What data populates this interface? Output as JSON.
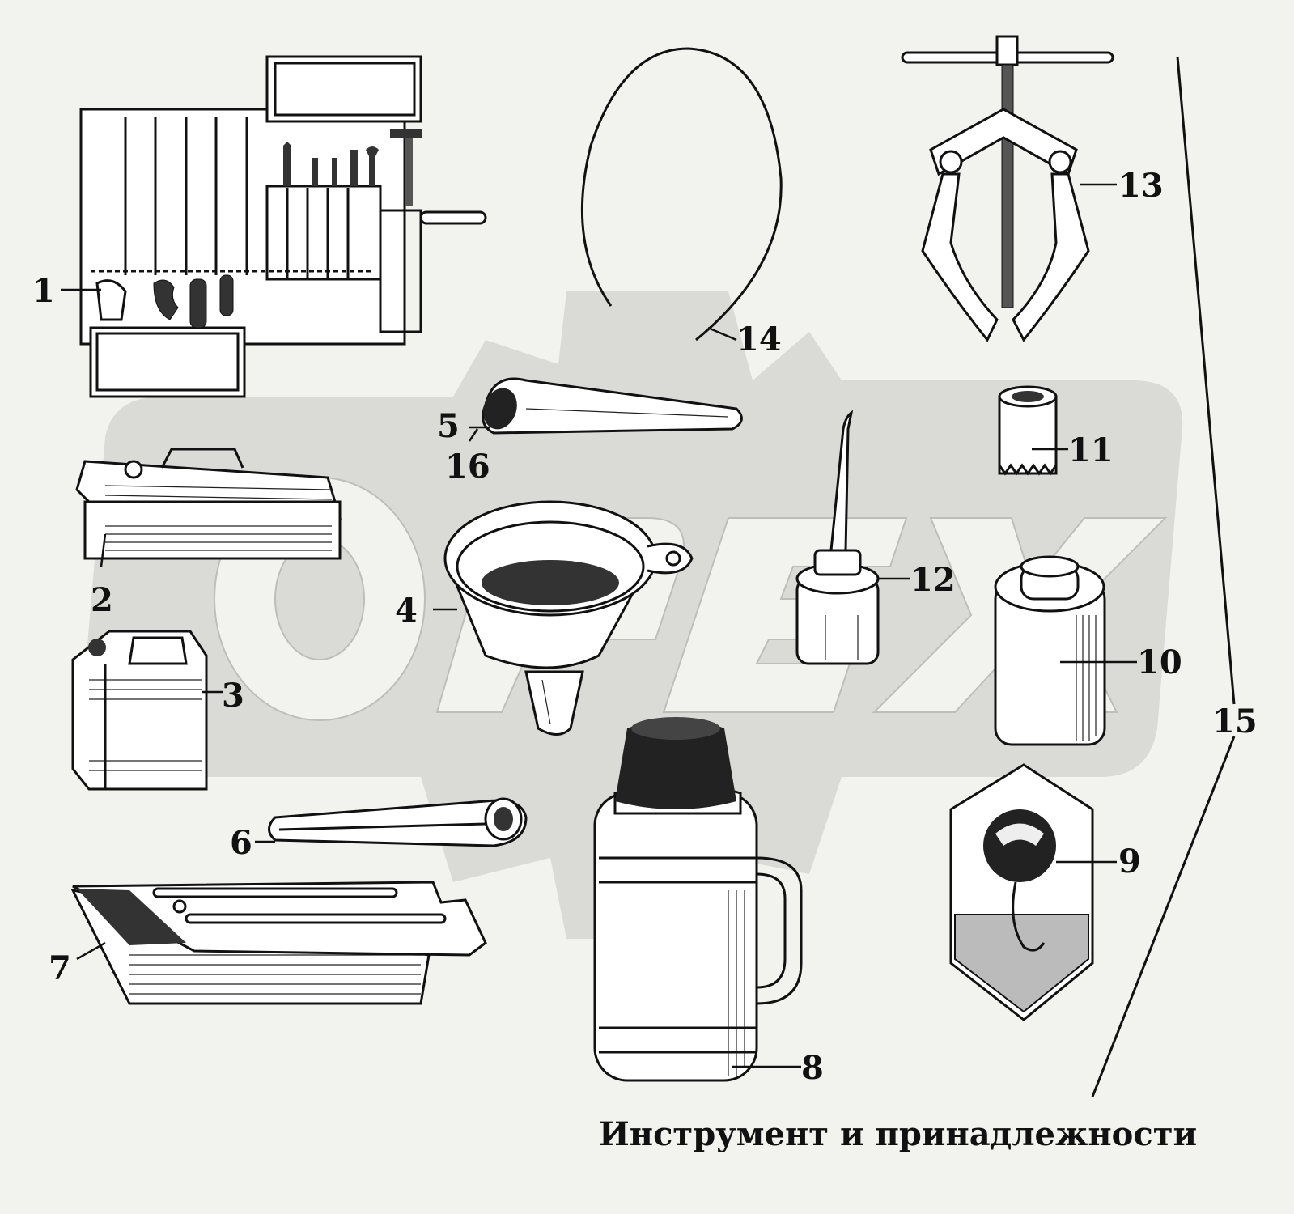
{
  "caption": "Инструмент и принадлежности",
  "watermark": {
    "text": "OPEX",
    "color": "#d4d4d0"
  },
  "colors": {
    "background": "#f2f2ee",
    "ink": "#111111"
  },
  "parts": [
    {
      "number": "1",
      "item": "tool-roll"
    },
    {
      "number": "2",
      "item": "toolbox"
    },
    {
      "number": "3",
      "item": "canister"
    },
    {
      "number": "4",
      "item": "funnel-with-strainer"
    },
    {
      "number": "5",
      "item": "scoop-funnel"
    },
    {
      "number": "6",
      "item": "flat-funnel"
    },
    {
      "number": "7",
      "item": "tray-with-lid"
    },
    {
      "number": "8",
      "item": "thermos"
    },
    {
      "number": "9",
      "item": "tire-pressure-gauge-in-pouch"
    },
    {
      "number": "10",
      "item": "grease-can"
    },
    {
      "number": "11",
      "item": "sleeve-adapter"
    },
    {
      "number": "12",
      "item": "oil-can"
    },
    {
      "number": "13",
      "item": "three-jaw-puller"
    },
    {
      "number": "14",
      "item": "hose"
    },
    {
      "number": "15",
      "item": "set-bracket"
    },
    {
      "number": "16",
      "item": "scoop-part"
    }
  ]
}
